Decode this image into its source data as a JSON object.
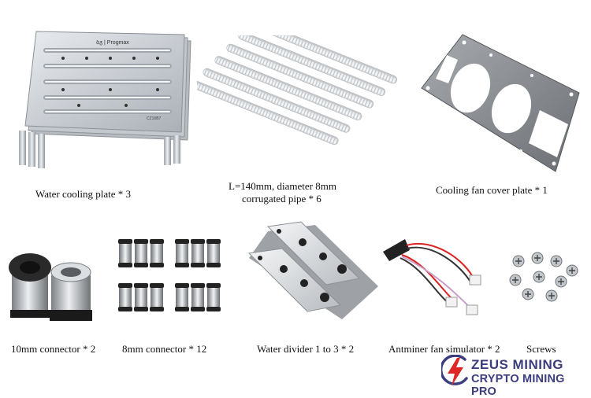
{
  "products": [
    {
      "caption": "Water cooling plate * 3",
      "plate_label": "ꝺᵹ | Progmax",
      "plate_code": "CZ16B7"
    },
    {
      "caption_line1": "L=140mm, diameter 8mm",
      "caption_line2": "corrugated pipe * 6"
    },
    {
      "caption": "Cooling fan cover plate * 1"
    },
    {
      "caption": "10mm connector * 2"
    },
    {
      "caption": "8mm connector * 12"
    },
    {
      "caption": "Water divider 1 to 3 * 2"
    },
    {
      "caption": "Antminer fan simulator * 2"
    },
    {
      "caption": "Screws"
    }
  ],
  "brand": {
    "line1": "ZEUS MINING",
    "line2": "CRYPTO MINING PRO",
    "color": "#3c3d7e"
  }
}
